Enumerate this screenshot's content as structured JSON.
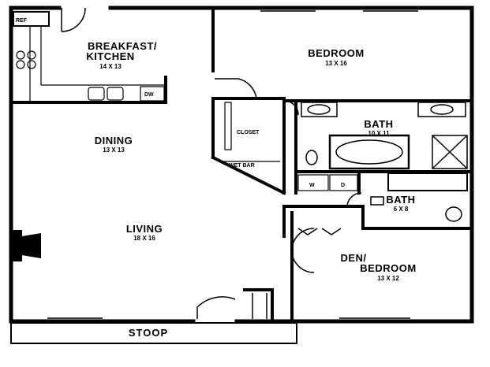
{
  "rooms": {
    "kitchen": {
      "name_line1": "BREAKFAST/",
      "name_line2": "KITCHEN",
      "dims": "14 X 13"
    },
    "bedroom": {
      "name": "BEDROOM",
      "dims": "13 X 16"
    },
    "bath1": {
      "name": "BATH",
      "dims": "10 X 11"
    },
    "bath2": {
      "name": "BATH",
      "dims": "6 X 8"
    },
    "dining": {
      "name": "DINING",
      "dims": "13 X 13"
    },
    "living": {
      "name": "LIVING",
      "dims": "18 X 16"
    },
    "den": {
      "name_line1": "DEN/",
      "name_line2": "BEDROOM",
      "dims": "13 X 12"
    },
    "stoop": {
      "name": "STOOP"
    }
  },
  "fixtures": {
    "refrigerator": "REF",
    "dishwasher": "DW",
    "closet": "CLOSET",
    "washer": "W",
    "dryer": "D",
    "wet_bar": "WET BAR"
  }
}
